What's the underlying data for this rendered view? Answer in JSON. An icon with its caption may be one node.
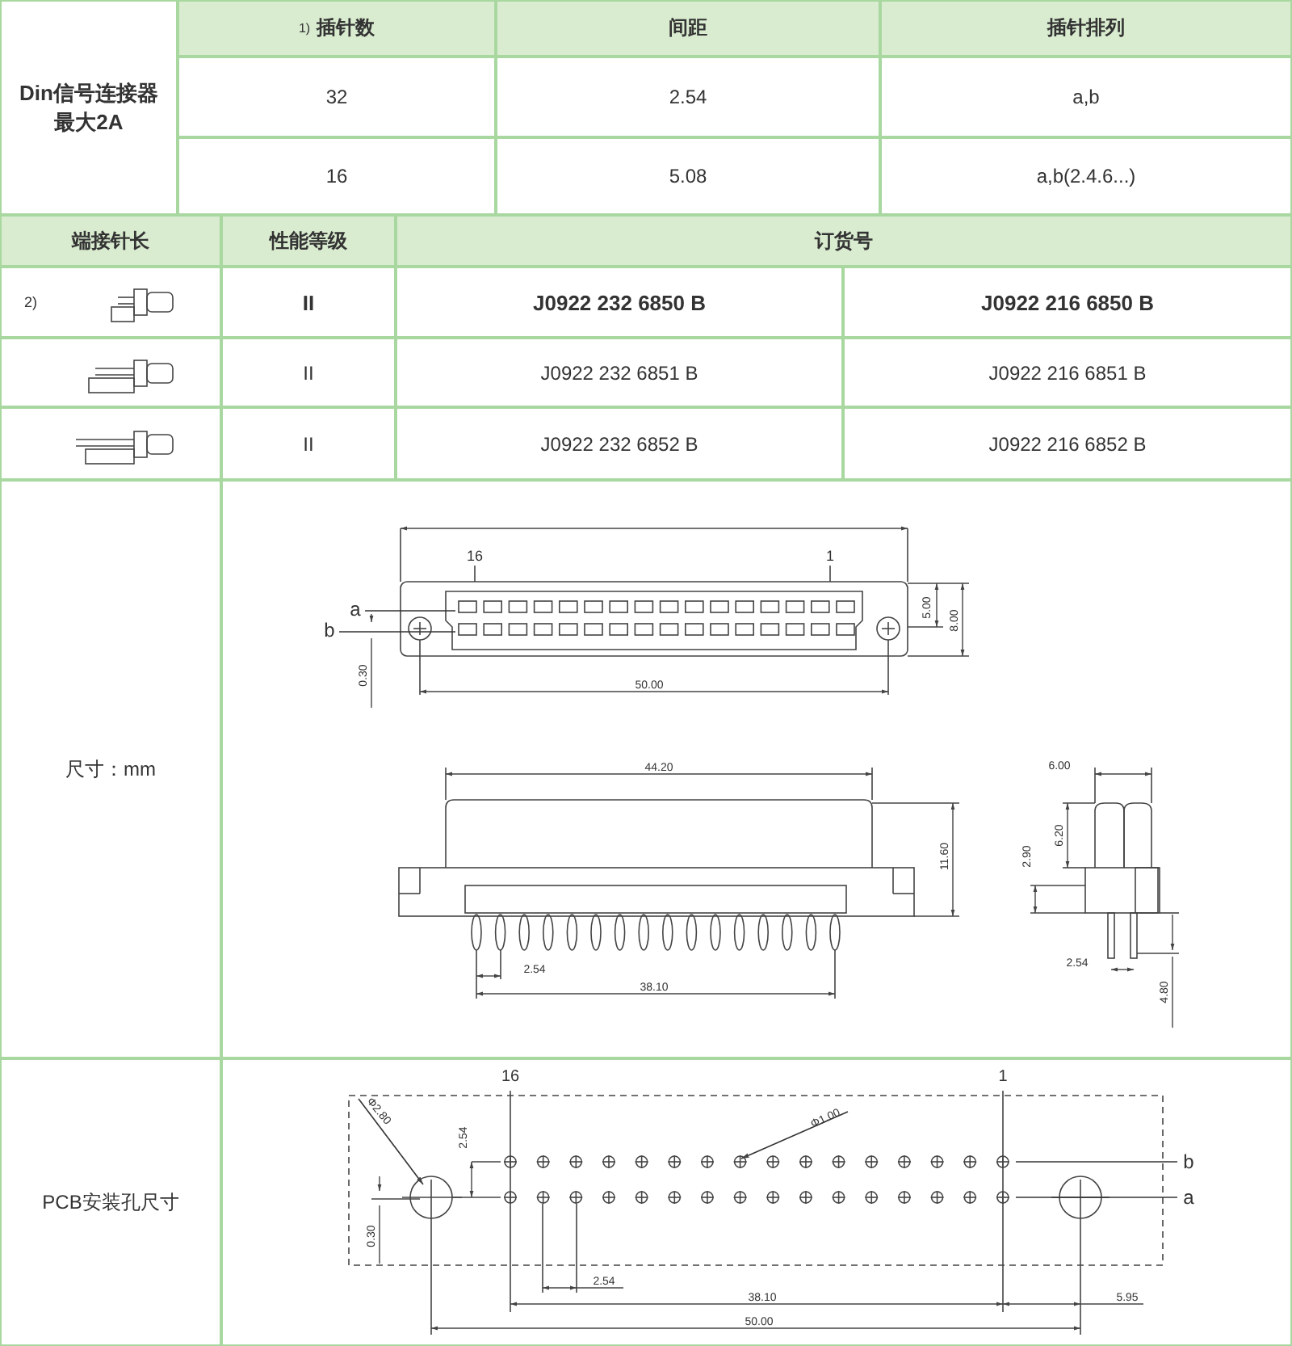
{
  "diagram": {
    "nodes": [
      {
        "text": [
          "a"
        ]
      },
      {
        "text": [
          "b"
        ]
      },
      {
        "text": [
          "Φ2.80"
        ]
      },
      {
        "text": [
          "Φ1.00"
        ]
      },
      {
        "text": [
          "b"
        ]
      },
      {
        "text": [
          "a"
        ]
      }
    ],
    "edges": [
      {
        "from": 0,
        "to": null,
        "arrow": "none"
      },
      {
        "from": 1,
        "to": null,
        "arrow": "none"
      },
      {
        "from": 2,
        "to": null,
        "arrow": "to"
      },
      {
        "from": 3,
        "to": null,
        "arrow": "to"
      },
      {
        "from": 4,
        "to": null,
        "arrow": "none"
      },
      {
        "from": 5,
        "to": null,
        "arrow": "none"
      }
    ],
    "labels": [
      "Din信号连接器最大2A",
      "$^{1)}$插针数",
      "间距",
      "插针排列",
      "32",
      "2.54",
      "a,b",
      "16",
      "5.08",
      "a,b(2.4.6...)",
      "端接针长",
      "性能等级",
      "订货号",
      "2)",
      "II",
      "J0922 232 6850 B",
      "J0922 216 6850 B",
      "II",
      "J0922 232 6851 B",
      "J0922 216 6851 B",
      "II",
      "J0922 232 6852 B",
      "J0922 216 6852 B",
      "尺寸：mm",
      "16",
      "1",
      "5.00",
      "8.00",
      "0.30",
      "50.00",
      "44.20",
      "11.60",
      "2.54",
      "38.10",
      "6.00",
      "6.20",
      "2.90",
      "2.54",
      "4.80",
      "PCB安装孔尺寸",
      "16",
      "1",
      "2.54",
      "0.30",
      "2.54",
      "38.10",
      "5.95",
      "50.00"
    ]
  }
}
